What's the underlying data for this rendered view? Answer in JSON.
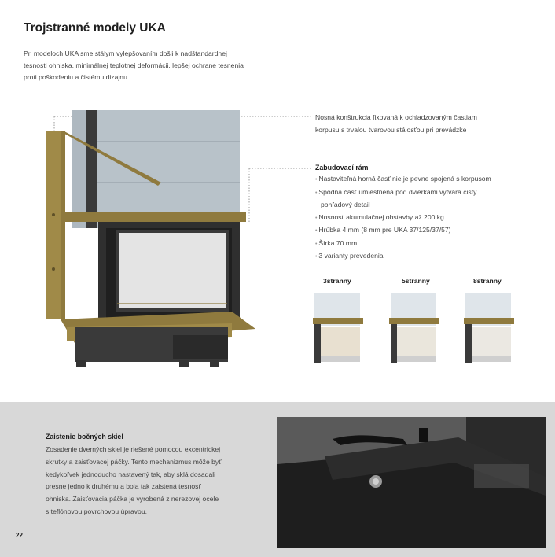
{
  "header": {
    "title": "Trojstranné modely UKA"
  },
  "intro": {
    "lines": [
      "Pri modeloch UKA sme stálym vylepšovaním došli k nadštandardnej",
      "tesnosti ohniska, minimálnej teplotnej deformácii, lepšej ochrane tesnenia",
      "proti poškodeniu a čistému dizajnu."
    ]
  },
  "callout_body": {
    "lines": [
      "Nosná konštrukcia fixovaná k ochladzovaným častiam",
      "korpusu s trvalou tvarovou stálosťou pri prevádzke"
    ]
  },
  "frame": {
    "title": "Zabudovací rám",
    "items": [
      "Nastaviteľná horná časť nie je pevne spojená s korpusom",
      "Spodná časť umiestnená pod dvierkami vytvára čistý",
      "Nosnosť akumulačnej obstavby až 200 kg",
      "Hrúbka 4 mm (8 mm pre UKA 37/125/37/57)",
      "Šírka 70 mm",
      "3 varianty prevedenia"
    ],
    "item2_cont": "pohľadový detail"
  },
  "models": [
    "3stranný",
    "5stranný",
    "8stranný"
  ],
  "lock": {
    "title": "Zaistenie bočných skiel",
    "lines": [
      "Zosadenie dverných skiel je riešené pomocou excentrickej",
      "skrutky a zaisťovacej páčky. Tento mechanizmus môže byť",
      "kedykoľvek jednoducho nastavený tak, aby sklá dosadali",
      "presne jedno k druhému a bola tak zaistená tesnosť",
      "ohniska. Zaisťovacia páčka je vyrobená z nerezovej ocele",
      "s teflónovou povrchovou úpravou."
    ]
  },
  "footer": {
    "page_number": "22"
  },
  "colors": {
    "frame_bronze": "#8f7a3e",
    "panel_blue": "#a9b4bc",
    "body_dark": "#333333",
    "bottom_band": "#d8d8d8"
  }
}
